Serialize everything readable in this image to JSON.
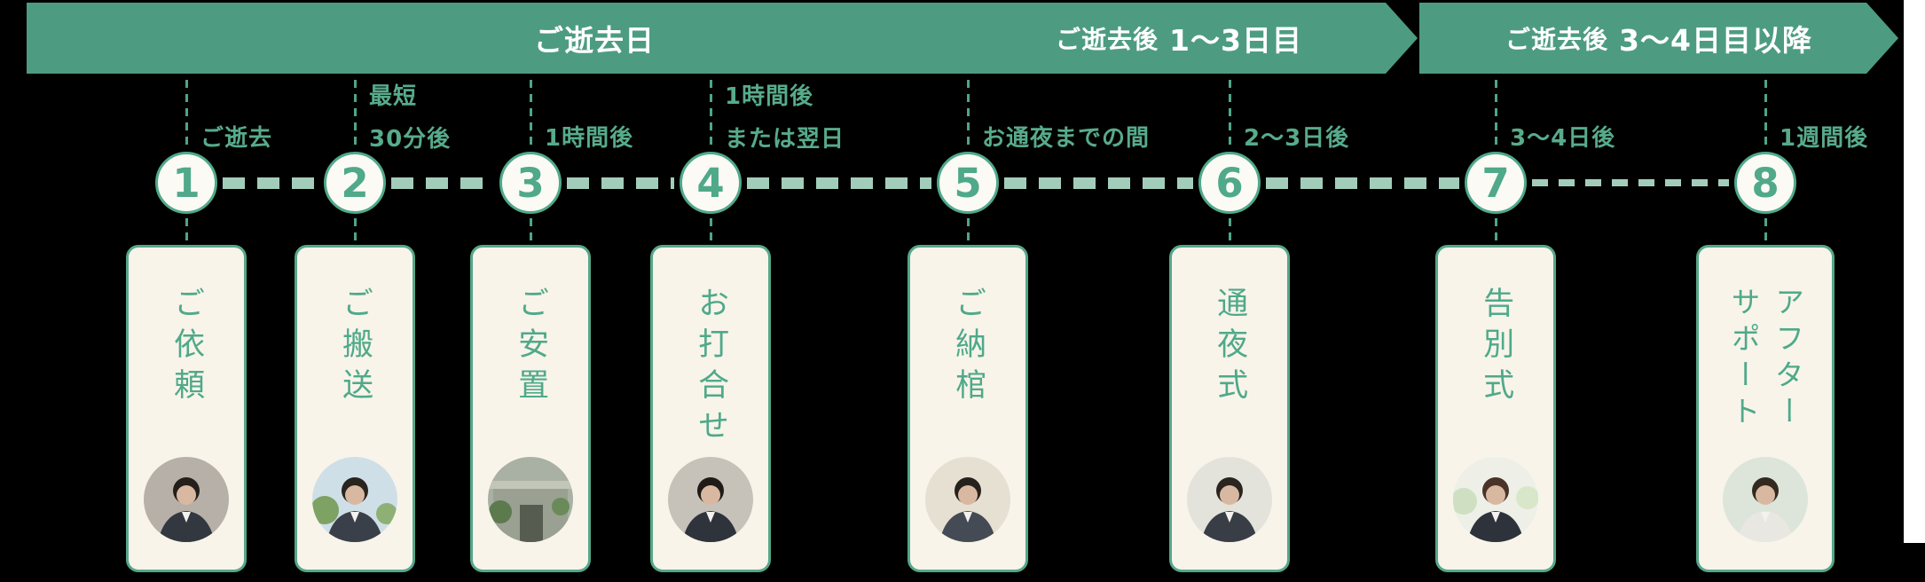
{
  "phases": [
    {
      "prefix": "",
      "emph": "ご逝去日"
    },
    {
      "prefix": "ご逝去後",
      "emph": "1〜3日目"
    },
    {
      "prefix": "ご逝去後",
      "emph": "3〜4日目以降"
    }
  ],
  "steps": [
    {
      "number": "1",
      "timing_lines": [
        "ご逝去"
      ],
      "title": "ご依頼",
      "photo": "operator-headset-photo"
    },
    {
      "number": "2",
      "timing_lines": [
        "最短",
        "30分後"
      ],
      "title": "ご搬送",
      "photo": "driver-in-car-photo"
    },
    {
      "number": "3",
      "timing_lines": [
        "1時間後"
      ],
      "title": "ご安置",
      "photo": "facility-entrance-photo"
    },
    {
      "number": "4",
      "timing_lines": [
        "1時間後",
        "または翌日"
      ],
      "title": "お打合せ",
      "photo": "consultation-meeting-photo"
    },
    {
      "number": "5",
      "timing_lines": [
        "お通夜までの間"
      ],
      "title": "ご納棺",
      "photo": "casket-preparation-photo"
    },
    {
      "number": "6",
      "timing_lines": [
        "2〜3日後"
      ],
      "title": "通夜式",
      "photo": "wake-ceremony-photo"
    },
    {
      "number": "7",
      "timing_lines": [
        "3〜4日後"
      ],
      "title": "告別式",
      "photo": "farewell-ceremony-photo"
    },
    {
      "number": "8",
      "timing_lines": [
        "1週間後"
      ],
      "title": "アフターサポート",
      "photo": "after-support-phone-photo"
    }
  ],
  "colors": {
    "phase_bar_green": "#4d9c82",
    "accent_green": "#4fa98a",
    "timing_label_green": "#57ab8b",
    "dash_light_green": "#a3cdbb",
    "card_background": "#f8f4ea",
    "card_border_green": "#55a789",
    "background": "#000000",
    "bar_text": "#ffffff"
  }
}
